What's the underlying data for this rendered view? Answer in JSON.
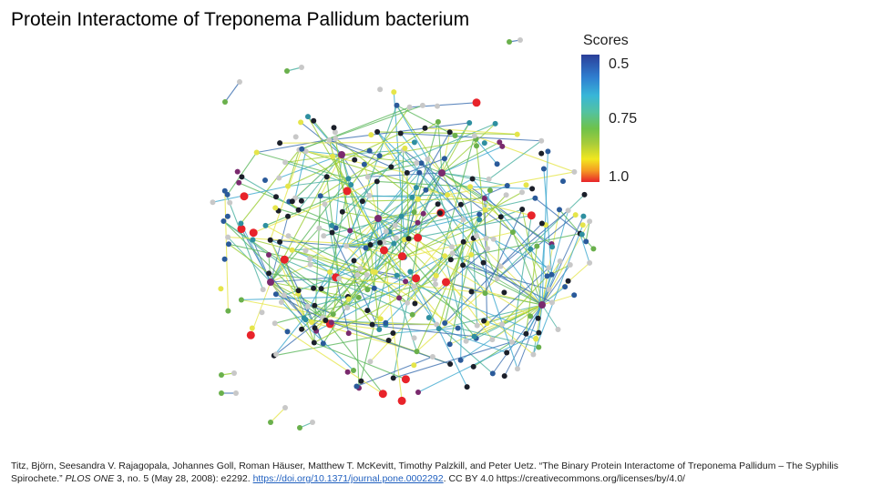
{
  "slide": {
    "title": "Protein Interactome of Treponema Pallidum bacterium"
  },
  "legend": {
    "title": "Scores",
    "ticks": [
      "0.5",
      "0.75",
      "1.0"
    ],
    "colors": [
      "#2b3f99",
      "#38b6d8",
      "#6ec24a",
      "#f2e71f",
      "#e8232a"
    ]
  },
  "network": {
    "node_colors": {
      "black": "#1b1f2a",
      "gray": "#c8c8c8",
      "blue": "#2a5a9a",
      "teal": "#2e8fa0",
      "red": "#e8232a",
      "yellow": "#e5e54a",
      "purple": "#7a2a6e",
      "green": "#6ab04c"
    },
    "edge_colors": [
      "#3fa9d0",
      "#5cb85c",
      "#9acd32",
      "#e6e64c",
      "#3c6fb0",
      "#4ab0a0"
    ]
  },
  "citation": {
    "authors": "Titz, Björn, Seesandra V. Rajagopala, Johannes Goll, Roman Häuser, Matthew T. McKevitt, Timothy Palzkill, and Peter Uetz.",
    "title": "“The Binary Protein Interactome of Treponema Pallidum – The Syphilis Spirochete.”",
    "journal": "PLOS ONE",
    "details": "3, no. 5 (May 28, 2008): e2292.",
    "doi": "https://doi.org/10.1371/journal.pone.0002292",
    "license": ". CC BY 4.0 https://creativecommons.org/licenses/by/4.0/"
  }
}
